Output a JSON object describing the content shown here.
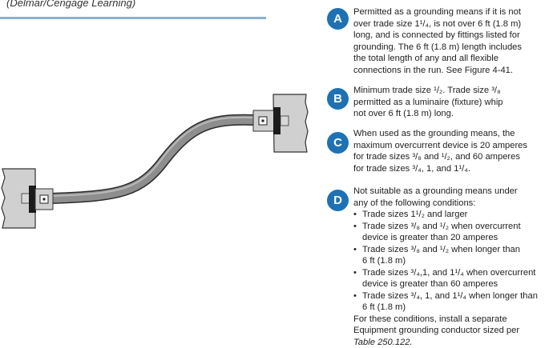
{
  "credit": "(Delmar/Cengage Learning)",
  "notes": [
    {
      "badge": "A",
      "lines": [
        "Permitted as a grounding means if it is not",
        "over trade size 1¹/₄, is not over 6 ft (1.8 m)",
        "long, and is connected by fittings listed for",
        "grounding. The 6 ft (1.8 m) length includes",
        "the total length of any and all flexible",
        "connections in the run. See Figure 4-41."
      ]
    },
    {
      "badge": "B",
      "lines": [
        "Minimum trade size ¹/₂. Trade size ³/₈",
        "permitted as a luminaire (fixture) whip",
        "not over 6 ft (1.8 m) long."
      ]
    },
    {
      "badge": "C",
      "lines": [
        "When used as the grounding means, the",
        "maximum overcurrent device is 20 amperes",
        "for trade sizes ³/₈ and ¹/₂, and 60 amperes",
        "for trade sizes ³/₄, 1, and 1¹/₄."
      ]
    },
    {
      "badge": "D",
      "intro": [
        "Not suitable as a grounding means under",
        "any of the following conditions:"
      ],
      "bullets": [
        [
          "Trade sizes 1¹/₂ and larger"
        ],
        [
          "Trade sizes ³/₈ and ¹/₂  when overcurrent",
          "device is greater than 20 amperes"
        ],
        [
          "Trade sizes ³/₈ and ¹/₂ when longer than",
          "6 ft (1.8 m)"
        ],
        [
          "Trade sizes ³/₄,1, and 1¹/₄ when overcurrent",
          "device is greater than 60 amperes"
        ],
        [
          "Trade sizes  ³/₄, 1, and 1¹/₄ when longer than",
          "6  ft  (1.8 m)"
        ]
      ],
      "outro": [
        "For these conditions, install a separate",
        "Equipment grounding conductor sized per"
      ],
      "table_ref": "Table  250.122."
    }
  ],
  "colors": {
    "badge": "#1e72b4",
    "rule": "#8fb2cc",
    "conduit": "#8c8c8c",
    "box": "#cfcfcf"
  }
}
